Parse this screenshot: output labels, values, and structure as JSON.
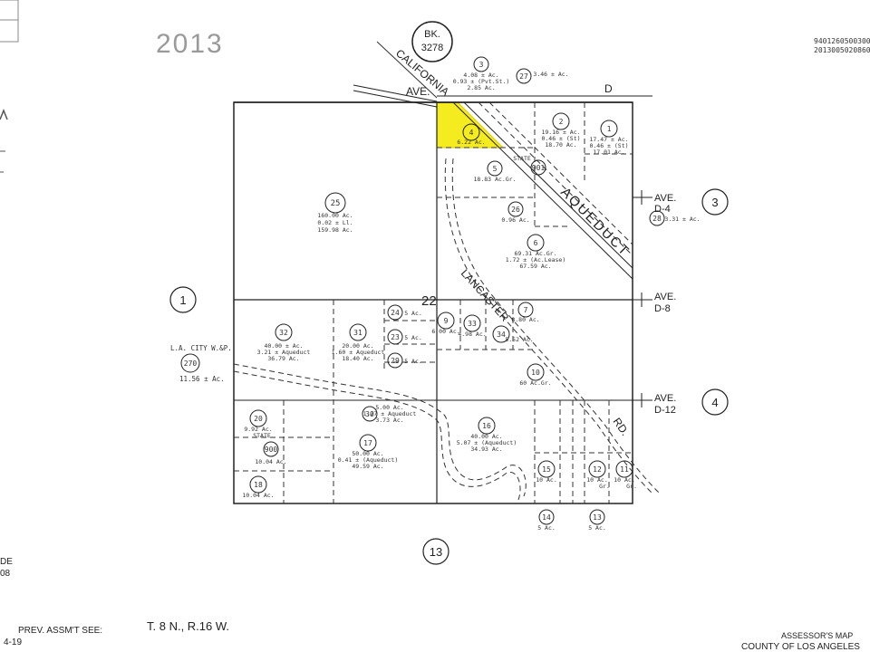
{
  "header": {
    "year": "2013",
    "book_label": "BK.",
    "book_number": "3278",
    "doc_codes": [
      "9401260500300",
      "20130050208609"
    ]
  },
  "streets": {
    "california": "CALIFORNIA",
    "ave_d_left": "AVE.",
    "ave_d_right": "D",
    "lancaster": "LANCASTER",
    "rd": "RD.",
    "aqueduct": "AQUEDUCT",
    "ave_d4_a": "AVE.",
    "ave_d4_b": "D-4",
    "ave_d8_a": "AVE.",
    "ave_d8_b": "D-8",
    "ave_d12_a": "AVE.",
    "ave_d12_b": "D-12"
  },
  "section_number": "22",
  "adjacent_pages": {
    "left": "1",
    "right_top": "3",
    "right_bottom": "4",
    "bottom": "13"
  },
  "la_city": {
    "label": "L.A. CITY W.&P.",
    "parcel": "270",
    "area": "11.56 ± Ac."
  },
  "parcels": [
    {
      "num": "25",
      "lines": [
        "160.00 Ac.",
        "0.02 ± Ll.",
        "159.98 Ac."
      ]
    },
    {
      "num": "3",
      "lines": [
        "4.08 ± Ac.",
        "0.93 ± (Pvt.St.)",
        "2.85 Ac."
      ]
    },
    {
      "num": "27",
      "lines": [
        "3.46 ± Ac."
      ]
    },
    {
      "num": "4",
      "lines": [
        "6.22 Ac."
      ]
    },
    {
      "num": "2",
      "lines": [
        "19.16 ± Ac.",
        "0.46 ± (St)",
        "18.70 Ac."
      ]
    },
    {
      "num": "1",
      "lines": [
        "17.47 ± Ac.",
        "0.46 ± (St)",
        "17.01 Ac."
      ]
    },
    {
      "num": "5",
      "lines": [
        "18.83 Ac.Gr."
      ]
    },
    {
      "num": "901",
      "lines": [
        "STATE"
      ]
    },
    {
      "num": "26",
      "lines": [
        "0.96 Ac."
      ]
    },
    {
      "num": "28",
      "lines": [
        "3.31 ± Ac."
      ]
    },
    {
      "num": "6",
      "lines": [
        "69.31 Ac.Gr.",
        "1.72 ± (Ac.Lease)",
        "67.59 Ac."
      ]
    },
    {
      "num": "7",
      "lines": [
        "8.80 Ac."
      ]
    },
    {
      "num": "24",
      "lines": [
        "5 Ac."
      ]
    },
    {
      "num": "9",
      "lines": [
        "6.00 Ac."
      ]
    },
    {
      "num": "33",
      "lines": [
        "4.98 Ac."
      ]
    },
    {
      "num": "34",
      "lines": [
        "5.52 Ac."
      ]
    },
    {
      "num": "23",
      "lines": [
        "5 Ac."
      ]
    },
    {
      "num": "29",
      "lines": [
        "5 Ac."
      ]
    },
    {
      "num": "32",
      "lines": [
        "40.00 ± Ac.",
        "3.21 ± Aqueduct",
        "36.79 Ac."
      ]
    },
    {
      "num": "31",
      "lines": [
        "20.00 Ac.",
        "1.60 ± Aqueduct",
        "18.40 Ac."
      ]
    },
    {
      "num": "10",
      "lines": [
        "60 Ac.Gr."
      ]
    },
    {
      "num": "30",
      "lines": [
        "5.00 Ac.",
        "1.27 ± Aqueduct",
        "3.73 Ac."
      ]
    },
    {
      "num": "16",
      "lines": [
        "40.00 Ac.",
        "5.07 ± (Aqueduct)",
        "34.93 Ac."
      ]
    },
    {
      "num": "20",
      "lines": [
        "9.92 Ac."
      ]
    },
    {
      "num": "900",
      "lines": [
        "STATE",
        "10.04 Ac."
      ]
    },
    {
      "num": "17",
      "lines": [
        "50.00 Ac.",
        "0.41 ± (Aqueduct)",
        "49.59 Ac."
      ]
    },
    {
      "num": "18",
      "lines": [
        "10.04 Ac."
      ]
    },
    {
      "num": "15",
      "lines": [
        "10 Ac."
      ]
    },
    {
      "num": "12",
      "lines": [
        "10 Ac.",
        "Gr."
      ]
    },
    {
      "num": "11",
      "lines": [
        "10 Ac.",
        "Gr."
      ]
    },
    {
      "num": "14",
      "lines": [
        "5 Ac."
      ]
    },
    {
      "num": "13",
      "lines": [
        "5 Ac."
      ]
    }
  ],
  "footer": {
    "prev_assmt": "PREV. ASSM'T SEE:",
    "prev_code": "4-19",
    "township": "T. 8 N., R.16 W.",
    "assessor": "ASSESSOR'S MAP",
    "county": "COUNTY OF LOS ANGELES",
    "left_code_a": "DE",
    "left_code_b": "08"
  },
  "highlight_color": "#f5ec1f"
}
